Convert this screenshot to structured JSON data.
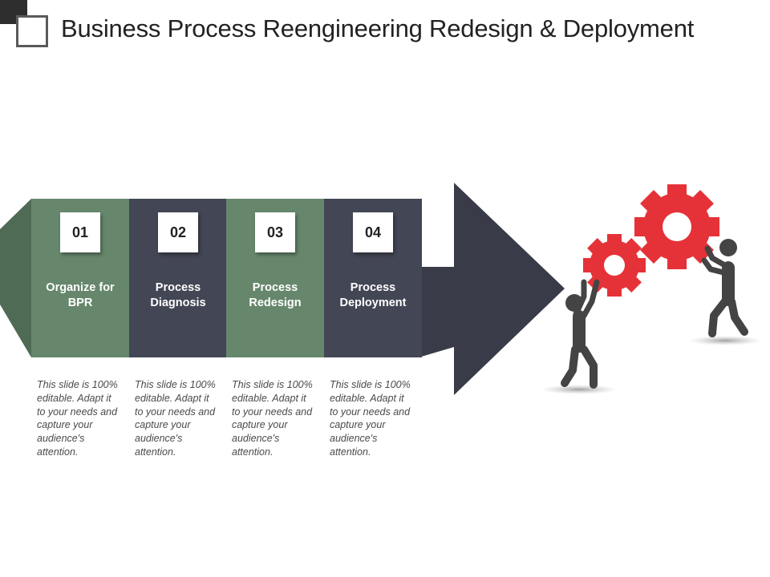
{
  "title": "Business Process Reengineering Redesign & Deployment",
  "colors": {
    "green": "#66876c",
    "slate": "#434655",
    "arrow": "#393b48",
    "gear": "#e53238",
    "figure": "#444444"
  },
  "steps": [
    {
      "number": "01",
      "label": "Organize for BPR",
      "description": "This slide is 100% editable. Adapt it to your needs and capture your audience's attention."
    },
    {
      "number": "02",
      "label": "Process Diagnosis",
      "description": "This slide is 100% editable. Adapt it to your needs and capture your audience's attention."
    },
    {
      "number": "03",
      "label": "Process Redesign",
      "description": "This slide is 100% editable. Adapt it to your needs and capture your audience's attention."
    },
    {
      "number": "04",
      "label": "Process Deployment",
      "description": "This slide is 100% editable. Adapt it to your needs and capture your audience's attention."
    }
  ]
}
